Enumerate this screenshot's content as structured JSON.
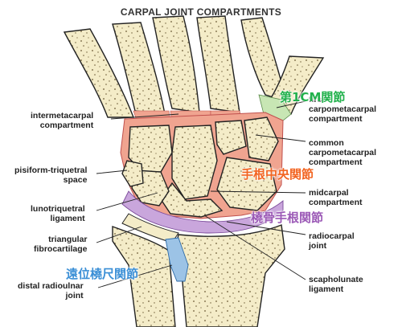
{
  "title": "CARPAL JOINT COMPARTMENTS",
  "labels": {
    "intermetacarpal": [
      "intermetacarpal",
      "compartment"
    ],
    "first_cmc": [
      "first",
      "carpometacarpal",
      "compartment"
    ],
    "common_cmc": [
      "common",
      "carpometacarpal",
      "compartment"
    ],
    "pisiform_triquetral": [
      "pisiform-triquetral",
      "space"
    ],
    "lunotriquetral": [
      "lunotriquetral",
      "ligament"
    ],
    "midcarpal": [
      "midcarpal",
      "compartment"
    ],
    "triangular_fibrocartilage": [
      "triangular",
      "fibrocartilage"
    ],
    "radiocarpal": [
      "radiocarpal",
      "joint"
    ],
    "distal_radioulnar": [
      "distal radioulnar",
      "joint"
    ],
    "scapholunate": [
      "scapholunate",
      "ligament"
    ]
  },
  "japanese": {
    "first_cmc": "第1CM関節",
    "midcarpal": "手根中央関節",
    "radiocarpal": "橈骨手根関節",
    "distal_radioulnar": "遠位橈尺関節"
  },
  "colors": {
    "bone_fill": "#f4ecc8",
    "compartment_pink": "#f0a490",
    "first_cmc_green": "#c8e6b4",
    "radiocarpal_purple": "#c9a6dc",
    "druj_blue": "#9cc3e6",
    "jp_green": "#22b14c",
    "jp_orange": "#f26522",
    "jp_purple": "#9b59b6",
    "jp_blue": "#3b8fd6"
  }
}
